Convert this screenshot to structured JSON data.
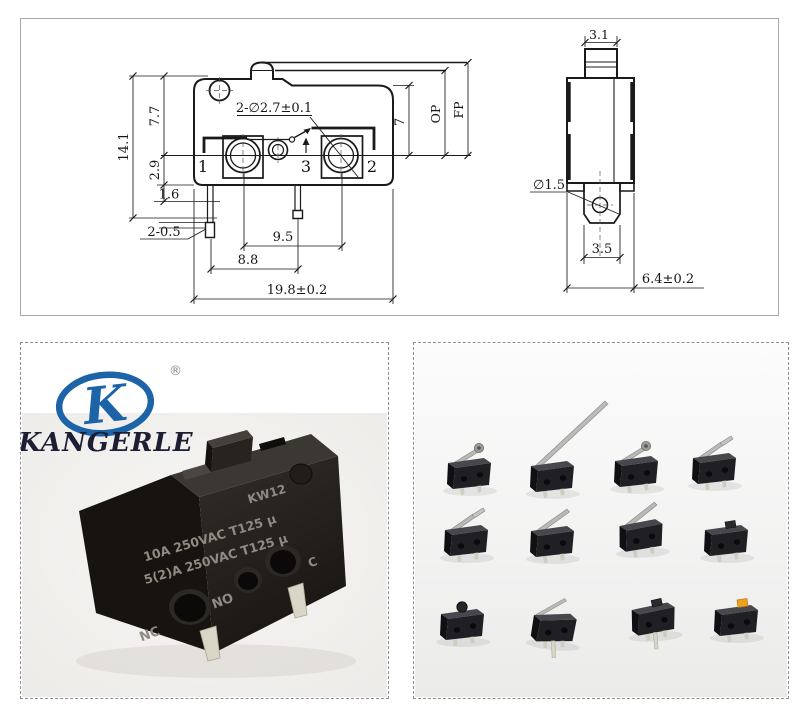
{
  "drawing": {
    "front": {
      "height_total": "14.1",
      "height_top": "7.7",
      "height_below": "2.9",
      "pin_step": "1.6",
      "pin_thickness": "2-0.5",
      "hole_spec": "2-∅2.7±0.1",
      "terminal_1": "1",
      "terminal_3": "3",
      "terminal_2": "2",
      "pitch_holes": "9.5",
      "pitch_pins": "8.8",
      "width_total": "19.8±0.2",
      "body_height_right": "7",
      "op_label": "OP",
      "fp_label": "FP"
    },
    "side": {
      "plunger_width": "3.1",
      "hole_dia": "∅1.5",
      "terminal_width": "3.5",
      "body_width": "6.4±0.2"
    }
  },
  "brand": {
    "logo_text": "KANGERLE",
    "logo_mark": "K",
    "registered": "®",
    "logo_color": "#1c63a8"
  },
  "product": {
    "model": "KW12",
    "rating_line1": "10A 250VAC T125 µ",
    "rating_line2": "5(2)A 250VAC T125 µ",
    "terminal_nc": "NC",
    "terminal_no": "NO",
    "terminal_c": "C"
  },
  "gallery": {
    "items": [
      {
        "name": "roller-lever"
      },
      {
        "name": "long-straight-lever"
      },
      {
        "name": "roller-lever-small"
      },
      {
        "name": "simulated-roller-lever"
      },
      {
        "name": "bent-tip-lever"
      },
      {
        "name": "straight-lever"
      },
      {
        "name": "straight-lever-tilted"
      },
      {
        "name": "pin-plunger"
      },
      {
        "name": "ball-button"
      },
      {
        "name": "straight-lever-three-pin"
      },
      {
        "name": "three-pin-plunger"
      },
      {
        "name": "orange-button"
      }
    ]
  }
}
